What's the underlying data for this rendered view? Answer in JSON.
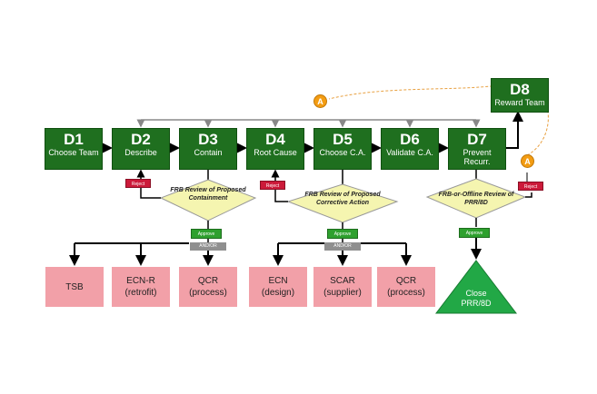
{
  "steps": [
    {
      "code": "D1",
      "name": "Choose Team"
    },
    {
      "code": "D2",
      "name": "Describe"
    },
    {
      "code": "D3",
      "name": "Contain"
    },
    {
      "code": "D4",
      "name": "Root Cause"
    },
    {
      "code": "D5",
      "name": "Choose C.A."
    },
    {
      "code": "D6",
      "name": "Validate C.A."
    },
    {
      "code": "D7",
      "name": "Prevent Recurr."
    },
    {
      "code": "D8",
      "name": "Reward Team"
    }
  ],
  "badges": {
    "a_top": "A",
    "a_right": "A"
  },
  "decisions": {
    "containment": "FRB Review of Proposed Containment",
    "corrective": "FRB Review of Proposed Corrective Action",
    "prr": "FRB-or-Offline Review of PRR/8D"
  },
  "labels": {
    "reject": "Reject",
    "approve": "Approve",
    "and_or": "AND/OR"
  },
  "actions": {
    "containment": [
      {
        "line1": "TSB",
        "line2": ""
      },
      {
        "line1": "ECN-R",
        "line2": "(retrofit)"
      },
      {
        "line1": "QCR",
        "line2": "(process)"
      }
    ],
    "corrective": [
      {
        "line1": "ECN",
        "line2": "(design)"
      },
      {
        "line1": "SCAR",
        "line2": "(supplier)"
      },
      {
        "line1": "QCR",
        "line2": "(process)"
      }
    ]
  },
  "close": {
    "line1": "Close",
    "line2": "PRR/8D"
  },
  "colors": {
    "step": "#1f6f1f",
    "action": "#f2a0a8",
    "decision": "#f5f5b0",
    "reject": "#cc1a3a",
    "approve": "#2ea02e",
    "close": "#22a846",
    "badge": "#f39c12"
  }
}
